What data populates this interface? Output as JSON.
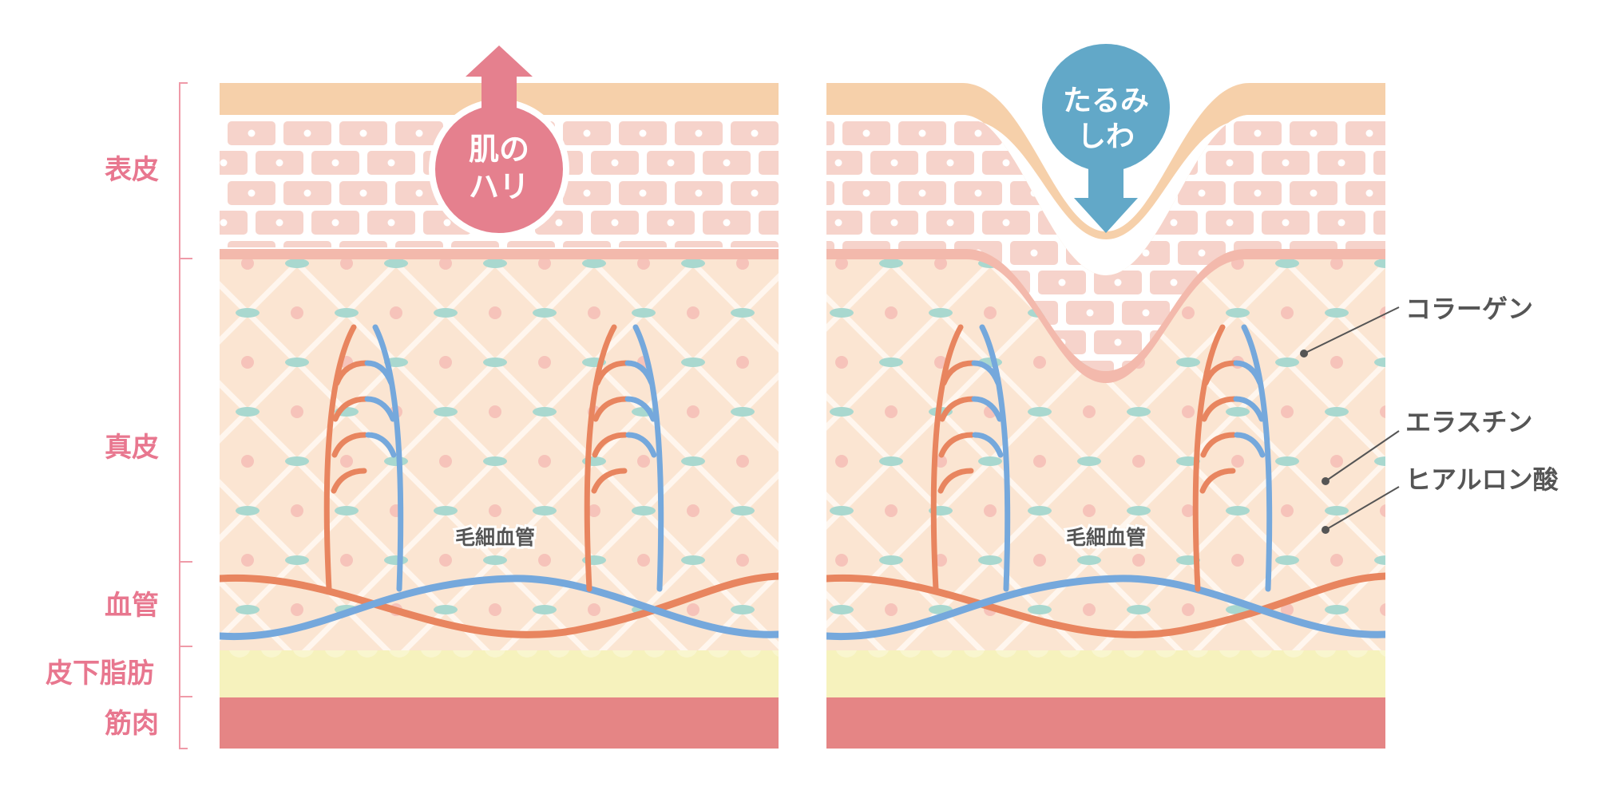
{
  "layers": {
    "epidermis": "表皮",
    "dermis": "真皮",
    "blood_vessel": "血管",
    "subcutaneous_fat": "皮下脂肪",
    "muscle": "筋肉"
  },
  "left_panel": {
    "badge_line1": "肌の",
    "badge_line2": "ハリ",
    "capillary_label": "毛細血管"
  },
  "right_panel": {
    "badge_line1": "たるみ",
    "badge_line2": "しわ",
    "capillary_label": "毛細血管"
  },
  "legend": {
    "collagen": "コラーゲン",
    "elastin": "エラスチン",
    "hyaluronic_acid": "ヒアルロン酸"
  },
  "colors": {
    "layer_label": "#e8778f",
    "badge_pink": "#e5808e",
    "badge_blue": "#62a8c8",
    "legend_text": "#555555",
    "muscle": "#e58585",
    "fat": "#f6f2bd",
    "stratum": "#f6d0aa",
    "dermis": "#fbe5d2",
    "cell": "#f7d2c8",
    "elastin": "#a9d8cf",
    "hyaluronic": "#f4b9b2",
    "artery": "#e8855f",
    "vein": "#75a8dc"
  }
}
